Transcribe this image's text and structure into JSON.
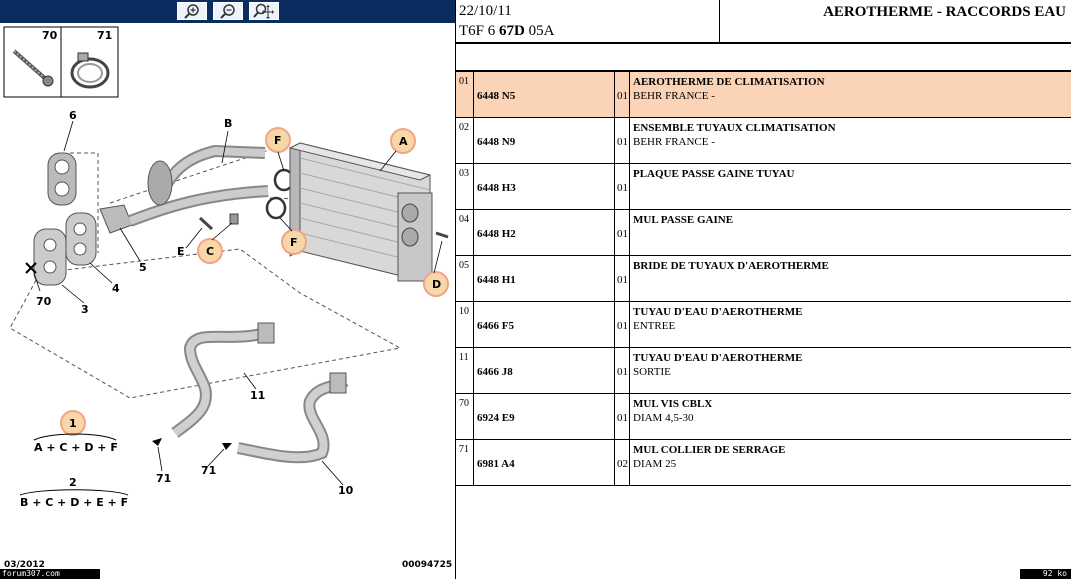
{
  "header": {
    "date": "22/10/11",
    "code_prefix": "T6F 6 ",
    "code_bold": "67D",
    "code_suffix": " 05A",
    "title": "AEROTHERME - RACCORDS EAU"
  },
  "toolbar": {
    "zoom_in_icon": "zoom-in-icon",
    "zoom_out_icon": "zoom-out-icon",
    "zoom_pan_icon": "zoom-pan-icon"
  },
  "diagram": {
    "legend_70": "70",
    "legend_71": "71",
    "labels": [
      "6",
      "B",
      "F",
      "A",
      "E",
      "C",
      "F",
      "5",
      "4",
      "70",
      "3",
      "D",
      "11",
      "10",
      "71",
      "71"
    ],
    "combo1_num": "1",
    "combo1_formula": "A + C + D + F",
    "combo2_num": "2",
    "combo2_formula": "B + C + D + E + F",
    "footer_date": "03/2012",
    "footer_ref": "00094725"
  },
  "parts": [
    {
      "num": "01",
      "ref": "6448 N5",
      "qty": "01",
      "desc": "AEROTHERME DE CLIMATISATION",
      "sub": "BEHR FRANCE -",
      "selected": true
    },
    {
      "num": "02",
      "ref": "6448 N9",
      "qty": "01",
      "desc": "ENSEMBLE TUYAUX CLIMATISATION",
      "sub": "BEHR FRANCE -",
      "selected": false
    },
    {
      "num": "03",
      "ref": "6448 H3",
      "qty": "01",
      "desc": "PLAQUE PASSE GAINE TUYAU",
      "sub": "",
      "selected": false
    },
    {
      "num": "04",
      "ref": "6448 H2",
      "qty": "01",
      "desc": "MUL PASSE GAINE",
      "sub": "",
      "selected": false
    },
    {
      "num": "05",
      "ref": "6448 H1",
      "qty": "01",
      "desc": "BRIDE DE TUYAUX D'AEROTHERME",
      "sub": "",
      "selected": false
    },
    {
      "num": "10",
      "ref": "6466 F5",
      "qty": "01",
      "desc": "TUYAU D'EAU D'AEROTHERME",
      "sub": "ENTREE",
      "selected": false
    },
    {
      "num": "11",
      "ref": "6466 J8",
      "qty": "01",
      "desc": "TUYAU D'EAU D'AEROTHERME",
      "sub": "SORTIE",
      "selected": false
    },
    {
      "num": "70",
      "ref": "6924 E9",
      "qty": "01",
      "desc": "MUL VIS CBLX",
      "sub": "DIAM 4,5-30",
      "selected": false
    },
    {
      "num": "71",
      "ref": "6981 A4",
      "qty": "02",
      "desc": "MUL COLLIER DE SERRAGE",
      "sub": "DIAM 25",
      "selected": false
    }
  ],
  "footer": {
    "site": "forum307.com",
    "size": "92 ko"
  },
  "colors": {
    "toolbar_bg": "#0a2c5e",
    "selected_row": "#fbd3b6",
    "callout_fill": "#f7d7a8",
    "callout_stroke": "#f0a58a"
  }
}
